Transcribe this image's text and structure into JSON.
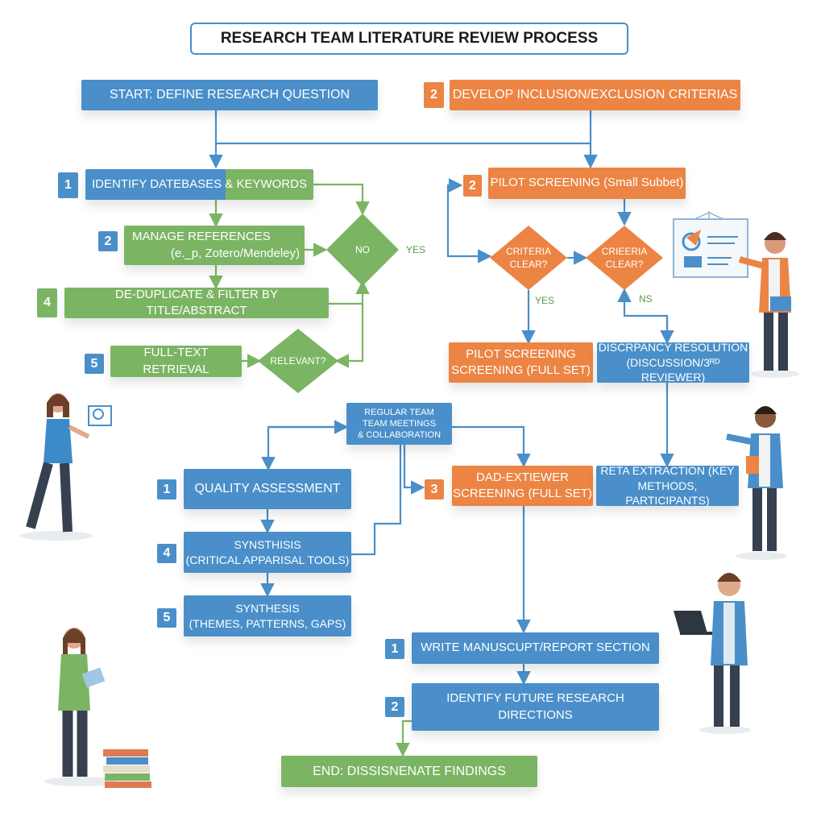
{
  "title": "RESEARCH TEAM LITERATURE REVIEW PROCESS",
  "colors": {
    "blue": "#4a8fc9",
    "green": "#7bb564",
    "orange": "#ec8444"
  },
  "left_column": {
    "start": "START: DEFINE RESEARCH QUESTION",
    "identify": {
      "badge": "1",
      "label_a": "IDENTIFY DATEBASES &",
      "label_b": " KEYWORDS"
    },
    "manage": {
      "badge": "2",
      "line1": "MANAGE REFERENCES",
      "line2": "(e._p, Zotero/Mendeley)"
    },
    "no_diamond": "NO",
    "yes_label": "YES",
    "dedup": {
      "badge": "4",
      "label": "DE-DUPLICATE & FILTER BY TITLE/ABSTRACT"
    },
    "fulltext": {
      "badge": "5",
      "label": "FULL-TEXT RETRIEVAL"
    },
    "relevant_diamond": "RELEVANT?"
  },
  "right_column": {
    "criteria": {
      "badge": "2",
      "label": "DEVELOP INCLUSION/EXCLUSION CRITERIAS"
    },
    "pilot": {
      "badge": "2",
      "label": "PILOT SCREENING (Small Subbet)"
    },
    "diamond1": {
      "line1": "CRITERIA",
      "line2": "CLEAR?"
    },
    "diamond2": {
      "line1": "CRIEERIA",
      "line2": "CLEAR?"
    },
    "yes_label": "YES",
    "ns_label": "NS",
    "pilot_full": {
      "line1": "PILOT SCREENING",
      "line2": "SCREENING (FULL SET)"
    },
    "discrepancy": {
      "line1": "DISCRPANCY RESOLUTION",
      "line2": "(DISCUSSION/3ᴿᴰ REVIEWER)"
    }
  },
  "lower": {
    "meetings": {
      "line1": "REGULAR TEAM",
      "line2": "TEAM MEETINGS",
      "line3": "& COLLABORATION"
    },
    "quality": {
      "badge": "1",
      "label": "QUALITY ASSESSMENT"
    },
    "synthesis_tools": {
      "badge": "4",
      "line1": "SYNSTHISIS",
      "line2": "(CRITICAL APPARISAL TOOLS)"
    },
    "synthesis_themes": {
      "badge": "5",
      "line1": "SYNTHESIS",
      "line2": "(THEMES, PATTERNS, GAPS)"
    },
    "dad": {
      "badge": "3",
      "line1": "DAD-EXTIEWER",
      "line2": "SCREENING (FULL SET)"
    },
    "reta": {
      "line1": "RETA EXTRACTION (KEY",
      "line2": "METHODS, PARTICIPANTS)"
    },
    "write": {
      "badge": "1",
      "label": "WRITE MANUSCUPT/REPORT SECTION"
    },
    "future": {
      "badge": "2",
      "label": "IDENTIFY FUTURE RESEARCH DIRECTIONS"
    },
    "end": "END: DISSISNENATE FINDINGS"
  }
}
